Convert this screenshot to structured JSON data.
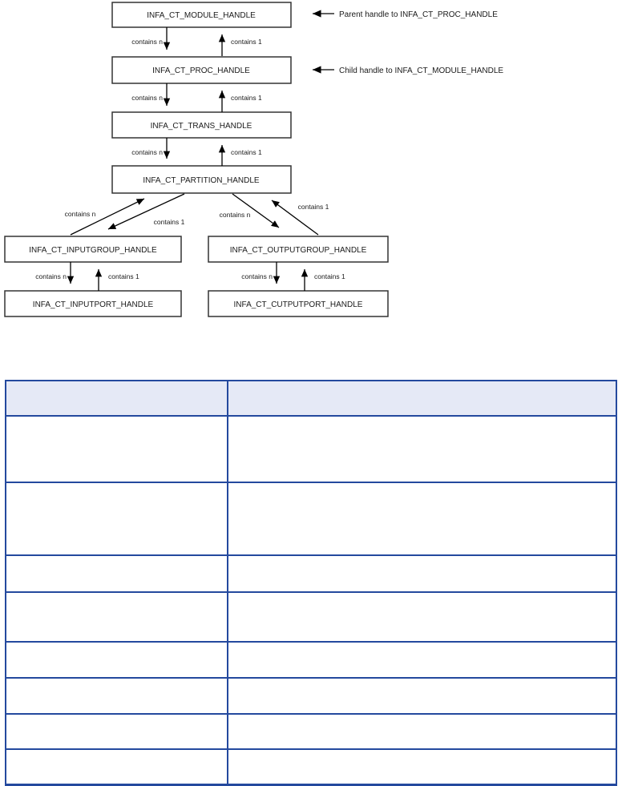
{
  "diagram": {
    "nodes": [
      {
        "id": "module",
        "label": "INFA_CT_MODULE_HANDLE"
      },
      {
        "id": "proc",
        "label": "INFA_CT_PROC_HANDLE"
      },
      {
        "id": "trans",
        "label": "INFA_CT_TRANS_HANDLE"
      },
      {
        "id": "partition",
        "label": "INFA_CT_PARTITION_HANDLE"
      },
      {
        "id": "inputgroup",
        "label": "INFA_CT_INPUTGROUP_HANDLE"
      },
      {
        "id": "outputgroup",
        "label": "INFA_CT_OUTPUTGROUP_HANDLE"
      },
      {
        "id": "inputport",
        "label": "INFA_CT_INPUTPORT_HANDLE"
      },
      {
        "id": "outputport",
        "label": "INFA_CT_CUTPUTPORT_HANDLE"
      }
    ],
    "annotations": [
      {
        "target": "module",
        "text": "Parent handle to INFA_CT_PROC_HANDLE"
      },
      {
        "target": "proc",
        "text": "Child handle to INFA_CT_MODULE_HANDLE"
      }
    ],
    "edges": [
      {
        "from": "module",
        "to": "proc",
        "label": "contains n"
      },
      {
        "from": "proc",
        "to": "module",
        "label": "contains 1"
      },
      {
        "from": "proc",
        "to": "trans",
        "label": "contains n"
      },
      {
        "from": "trans",
        "to": "proc",
        "label": "contains 1"
      },
      {
        "from": "trans",
        "to": "partition",
        "label": "contains n"
      },
      {
        "from": "partition",
        "to": "trans",
        "label": "contains 1"
      },
      {
        "from": "partition",
        "to": "inputgroup",
        "label": "contains n"
      },
      {
        "from": "inputgroup",
        "to": "partition",
        "label": "contains 1"
      },
      {
        "from": "partition",
        "to": "outputgroup",
        "label": "contains n"
      },
      {
        "from": "outputgroup",
        "to": "partition",
        "label": "contains 1"
      },
      {
        "from": "inputgroup",
        "to": "inputport",
        "label": "contains n"
      },
      {
        "from": "inputport",
        "to": "inputgroup",
        "label": "contains 1"
      },
      {
        "from": "outputgroup",
        "to": "outputport",
        "label": "contains n"
      },
      {
        "from": "outputport",
        "to": "outputgroup",
        "label": "contains 1"
      }
    ],
    "line_color": "#000000",
    "box_border_color": "#333333",
    "box_fill": "#ffffff"
  },
  "table": {
    "border_color": "#24499E",
    "header_fill": "#E5E9F6",
    "header": [
      "",
      ""
    ],
    "rows": [
      [
        "",
        ""
      ],
      [
        "",
        ""
      ],
      [
        "",
        ""
      ],
      [
        "",
        ""
      ],
      [
        "",
        ""
      ],
      [
        "",
        ""
      ],
      [
        "",
        ""
      ],
      [
        "",
        ""
      ]
    ]
  }
}
